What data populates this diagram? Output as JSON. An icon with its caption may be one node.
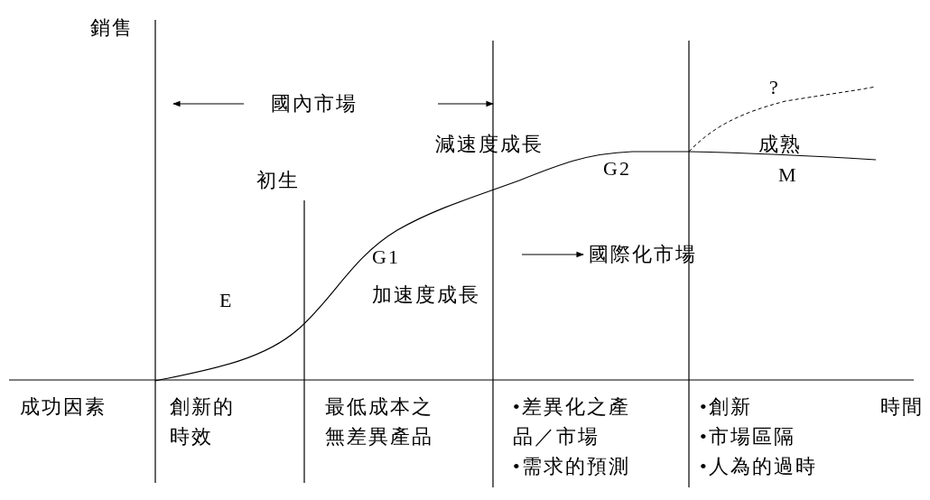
{
  "diagram": {
    "labels": [
      "銷售",
      "國內市場",
      "?",
      "減速度成長",
      "成熟",
      "初生",
      "G2",
      "M",
      "G1",
      "國際化市場",
      "加速度成長",
      "E",
      "成功因素",
      "創新的時效",
      "最低成本之無差異產品",
      "•差異化之產品／市場",
      "•需求的預測",
      "•創新",
      "時間",
      "•市場區隔",
      "•人為的過時"
    ]
  }
}
